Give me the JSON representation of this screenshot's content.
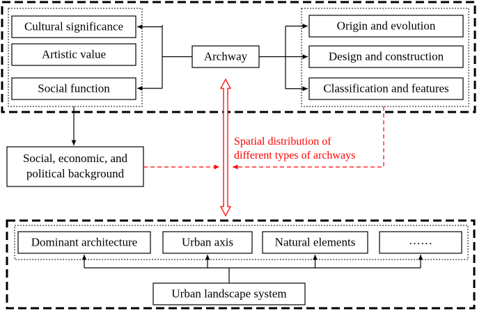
{
  "diagram": {
    "center": "Archway",
    "left_nodes": [
      "Cultural significance",
      "Artistic value",
      "Social function"
    ],
    "right_nodes": [
      "Origin and evolution",
      "Design and construction",
      "Classification and features"
    ],
    "background_lines": [
      "Social, economic, and",
      "political background"
    ],
    "spatial_lines": [
      "Spatial distribution of",
      "different types of archways"
    ],
    "bottom_nodes": [
      "Dominant architecture",
      "Urban axis",
      "Natural elements",
      "……"
    ],
    "system": "Urban landscape system"
  },
  "colors": {
    "stroke": "#000000",
    "accent": "#ff0000",
    "background": "#ffffff"
  }
}
